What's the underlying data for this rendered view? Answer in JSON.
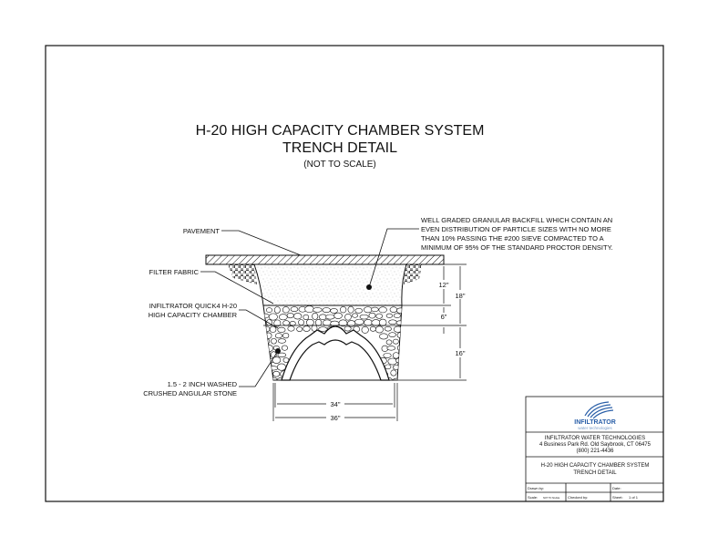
{
  "title": {
    "line1": "H-20 HIGH CAPACITY CHAMBER SYSTEM",
    "line2": "TRENCH DETAIL",
    "scale_note": "(NOT TO SCALE)"
  },
  "labels": {
    "pavement": "PAVEMENT",
    "filter_fabric": "FILTER FABRIC",
    "chamber_1": "INFILTRATOR QUICK4 H-20",
    "chamber_2": "HIGH CAPACITY CHAMBER",
    "stone_1": "1.5 - 2 INCH WASHED",
    "stone_2": "CRUSHED ANGULAR STONE",
    "backfill": [
      "WELL GRADED GRANULAR BACKFILL WHICH CONTAIN AN",
      "EVEN DISTRIBUTION OF PARTICLE SIZES WITH NO MORE",
      "THAN 10% PASSING THE #200 SIEVE COMPACTED TO A",
      "MINIMUM OF 95% OF THE STANDARD PROCTOR DENSITY."
    ]
  },
  "dimensions": {
    "cover": "12\"",
    "total_cover": "18\"",
    "stone_above": "6\"",
    "chamber_height": "16\"",
    "chamber_width": "34\"",
    "trench_width": "36\""
  },
  "title_block": {
    "logo_name": "INFILTRATOR",
    "logo_sub": "water technologies",
    "company": "INFILTRATOR WATER TECHNOLOGIES",
    "address": "4 Business Park Rd. Old Saybrook, CT 06475",
    "phone": "(800) 221-4436",
    "drawing_title_1": "H-20 HIGH CAPACITY CHAMBER SYSTEM",
    "drawing_title_2": "TRENCH DETAIL",
    "drawn_by": "Drawn by:",
    "date": "Date:",
    "scale": "Scale:",
    "scale_value": "NOT TO SCALE",
    "checked_by": "Checked by:",
    "sheet": "Sheet:",
    "sheet_value": "1 of 1"
  },
  "colors": {
    "line": "#111111",
    "logo_blue": "#2a5fa8"
  }
}
